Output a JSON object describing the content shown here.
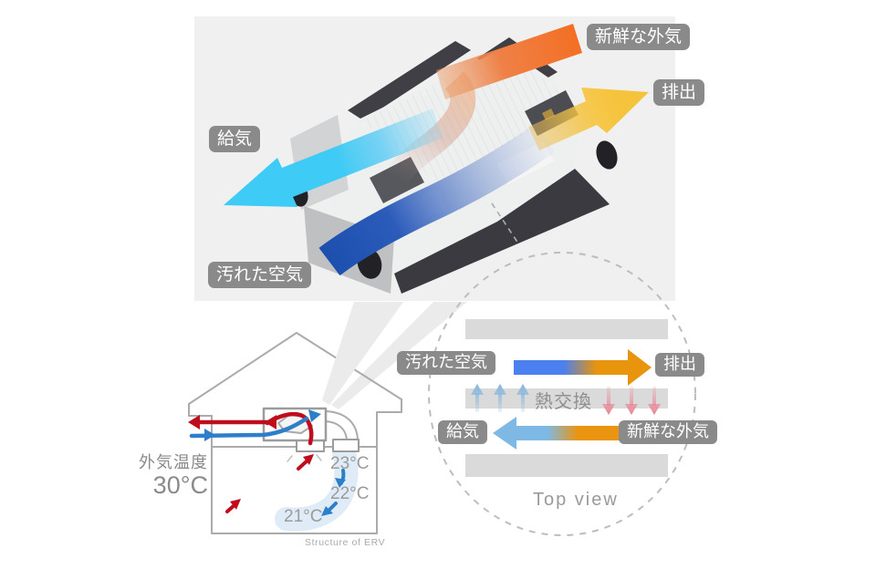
{
  "photo": {
    "fresh_air": "新鮮な外気",
    "exhaust": "排出",
    "supply": "給気",
    "dirty_air": "汚れた空気"
  },
  "house": {
    "outside_temp_label": "外気温度",
    "outside_temp_value": "30°C",
    "temp_ceiling": "23°C",
    "temp_mid": "22°C",
    "temp_low": "21°C",
    "caption": "Structure of ERV"
  },
  "top_view": {
    "dirty_air": "汚れた空気",
    "exhaust": "排出",
    "heat_exchange": "熱交換",
    "supply": "給気",
    "fresh_air": "新鮮な外気",
    "caption": "Top view"
  },
  "colors": {
    "fresh_air_orange": "#f36f24",
    "exhaust_yellow": "#f6c33c",
    "supply_cyan": "#3ecbf5",
    "dirty_air_blue": "#1c4fae",
    "house_red": "#c00d1d",
    "house_blue": "#2e7fc9",
    "label_gray": "#8a8a8a",
    "photo_background": "#f0f0f0"
  }
}
